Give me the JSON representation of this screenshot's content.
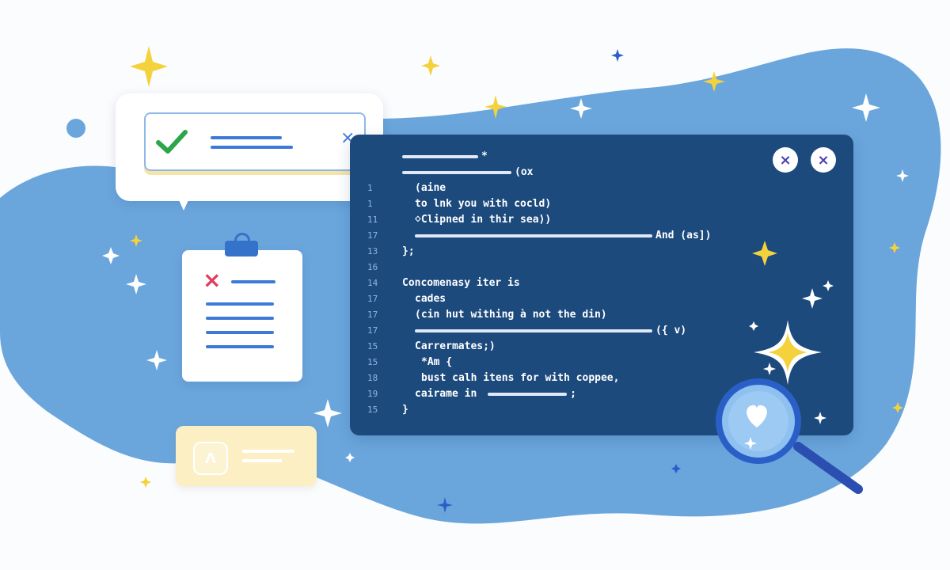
{
  "colors": {
    "blob": "#6aa6dc",
    "panel": "#1c4a7d",
    "accent_blue": "#3d7ad8",
    "check_green": "#2ba64a",
    "cross_red": "#e23b5b",
    "star_yellow": "#f4d23c",
    "pill_yellow": "#fbefc3",
    "close_purple": "#4b3fb5"
  },
  "notification": {
    "check_icon": "check-icon",
    "close_glyph": "×"
  },
  "clipboard": {
    "cross_glyph": "×"
  },
  "pill_card": {
    "icon_glyph": "Λ"
  },
  "code_panel": {
    "close_glyphs": [
      "×",
      "×"
    ],
    "lines": [
      {
        "num": "",
        "text": "*"
      },
      {
        "num": "",
        "text": "(ox"
      },
      {
        "num": "1",
        "text": "(aine"
      },
      {
        "num": "1",
        "text": "to lnk you with cocld)"
      },
      {
        "num": "11",
        "text": "⋄Clipned in thir sea⟩)"
      },
      {
        "num": "17",
        "text": "And (as])"
      },
      {
        "num": "13",
        "text": "};"
      },
      {
        "num": "16",
        "text": ""
      },
      {
        "num": "14",
        "text": "Concomenasy iter is"
      },
      {
        "num": "17",
        "text": "cades"
      },
      {
        "num": "17",
        "text": "(cin hut withing à not the din)"
      },
      {
        "num": "17",
        "text": "({ v)"
      },
      {
        "num": "15",
        "text": "Carrermates;)"
      },
      {
        "num": "15",
        "text": "*Am {"
      },
      {
        "num": "18",
        "text": "bust calh itens for with coppee,"
      },
      {
        "num": "19",
        "text": "cairame in"
      },
      {
        "num": "15",
        "text": "}"
      }
    ]
  }
}
